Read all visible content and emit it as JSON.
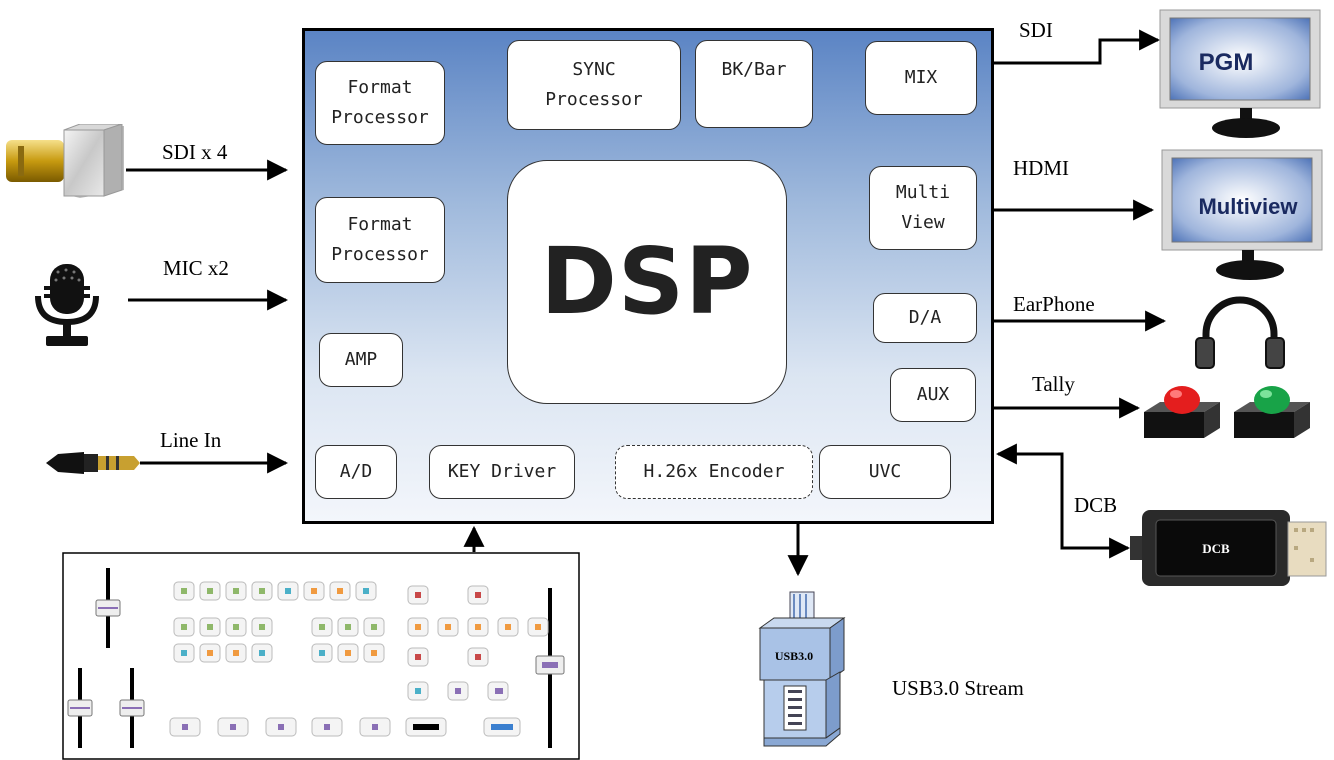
{
  "dsp": {
    "label": "DSP"
  },
  "blocks": {
    "format_processor_1": "Format\nProcessor",
    "sync_processor": "SYNC\nProcessor",
    "bk_bar": "BK/Bar",
    "mix": "MIX",
    "format_processor_2": "Format\nProcessor",
    "multi_view": "Multi\nView",
    "d_a": "D/A",
    "amp": "AMP",
    "aux": "AUX",
    "a_d": "A/D",
    "key_driver": "KEY Driver",
    "h26x_encoder": "H.26x Encoder",
    "uvc": "UVC"
  },
  "inputs": {
    "sdi": "SDI x 4",
    "mic": "MIC x2",
    "line_in": "Line In"
  },
  "outputs": {
    "sdi": "SDI",
    "hdmi": "HDMI",
    "earphone": "EarPhone",
    "tally": "Tally",
    "dcb": "DCB",
    "usb_stream": "USB3.0 Stream"
  },
  "devices": {
    "pgm_monitor": "PGM",
    "multiview_monitor": "Multiview",
    "dcb_device": "DCB",
    "usb_device": "USB3.0"
  },
  "colors": {
    "board_top": "#5b84c4",
    "tally_red": "#e41e1e",
    "tally_green": "#18a348"
  }
}
